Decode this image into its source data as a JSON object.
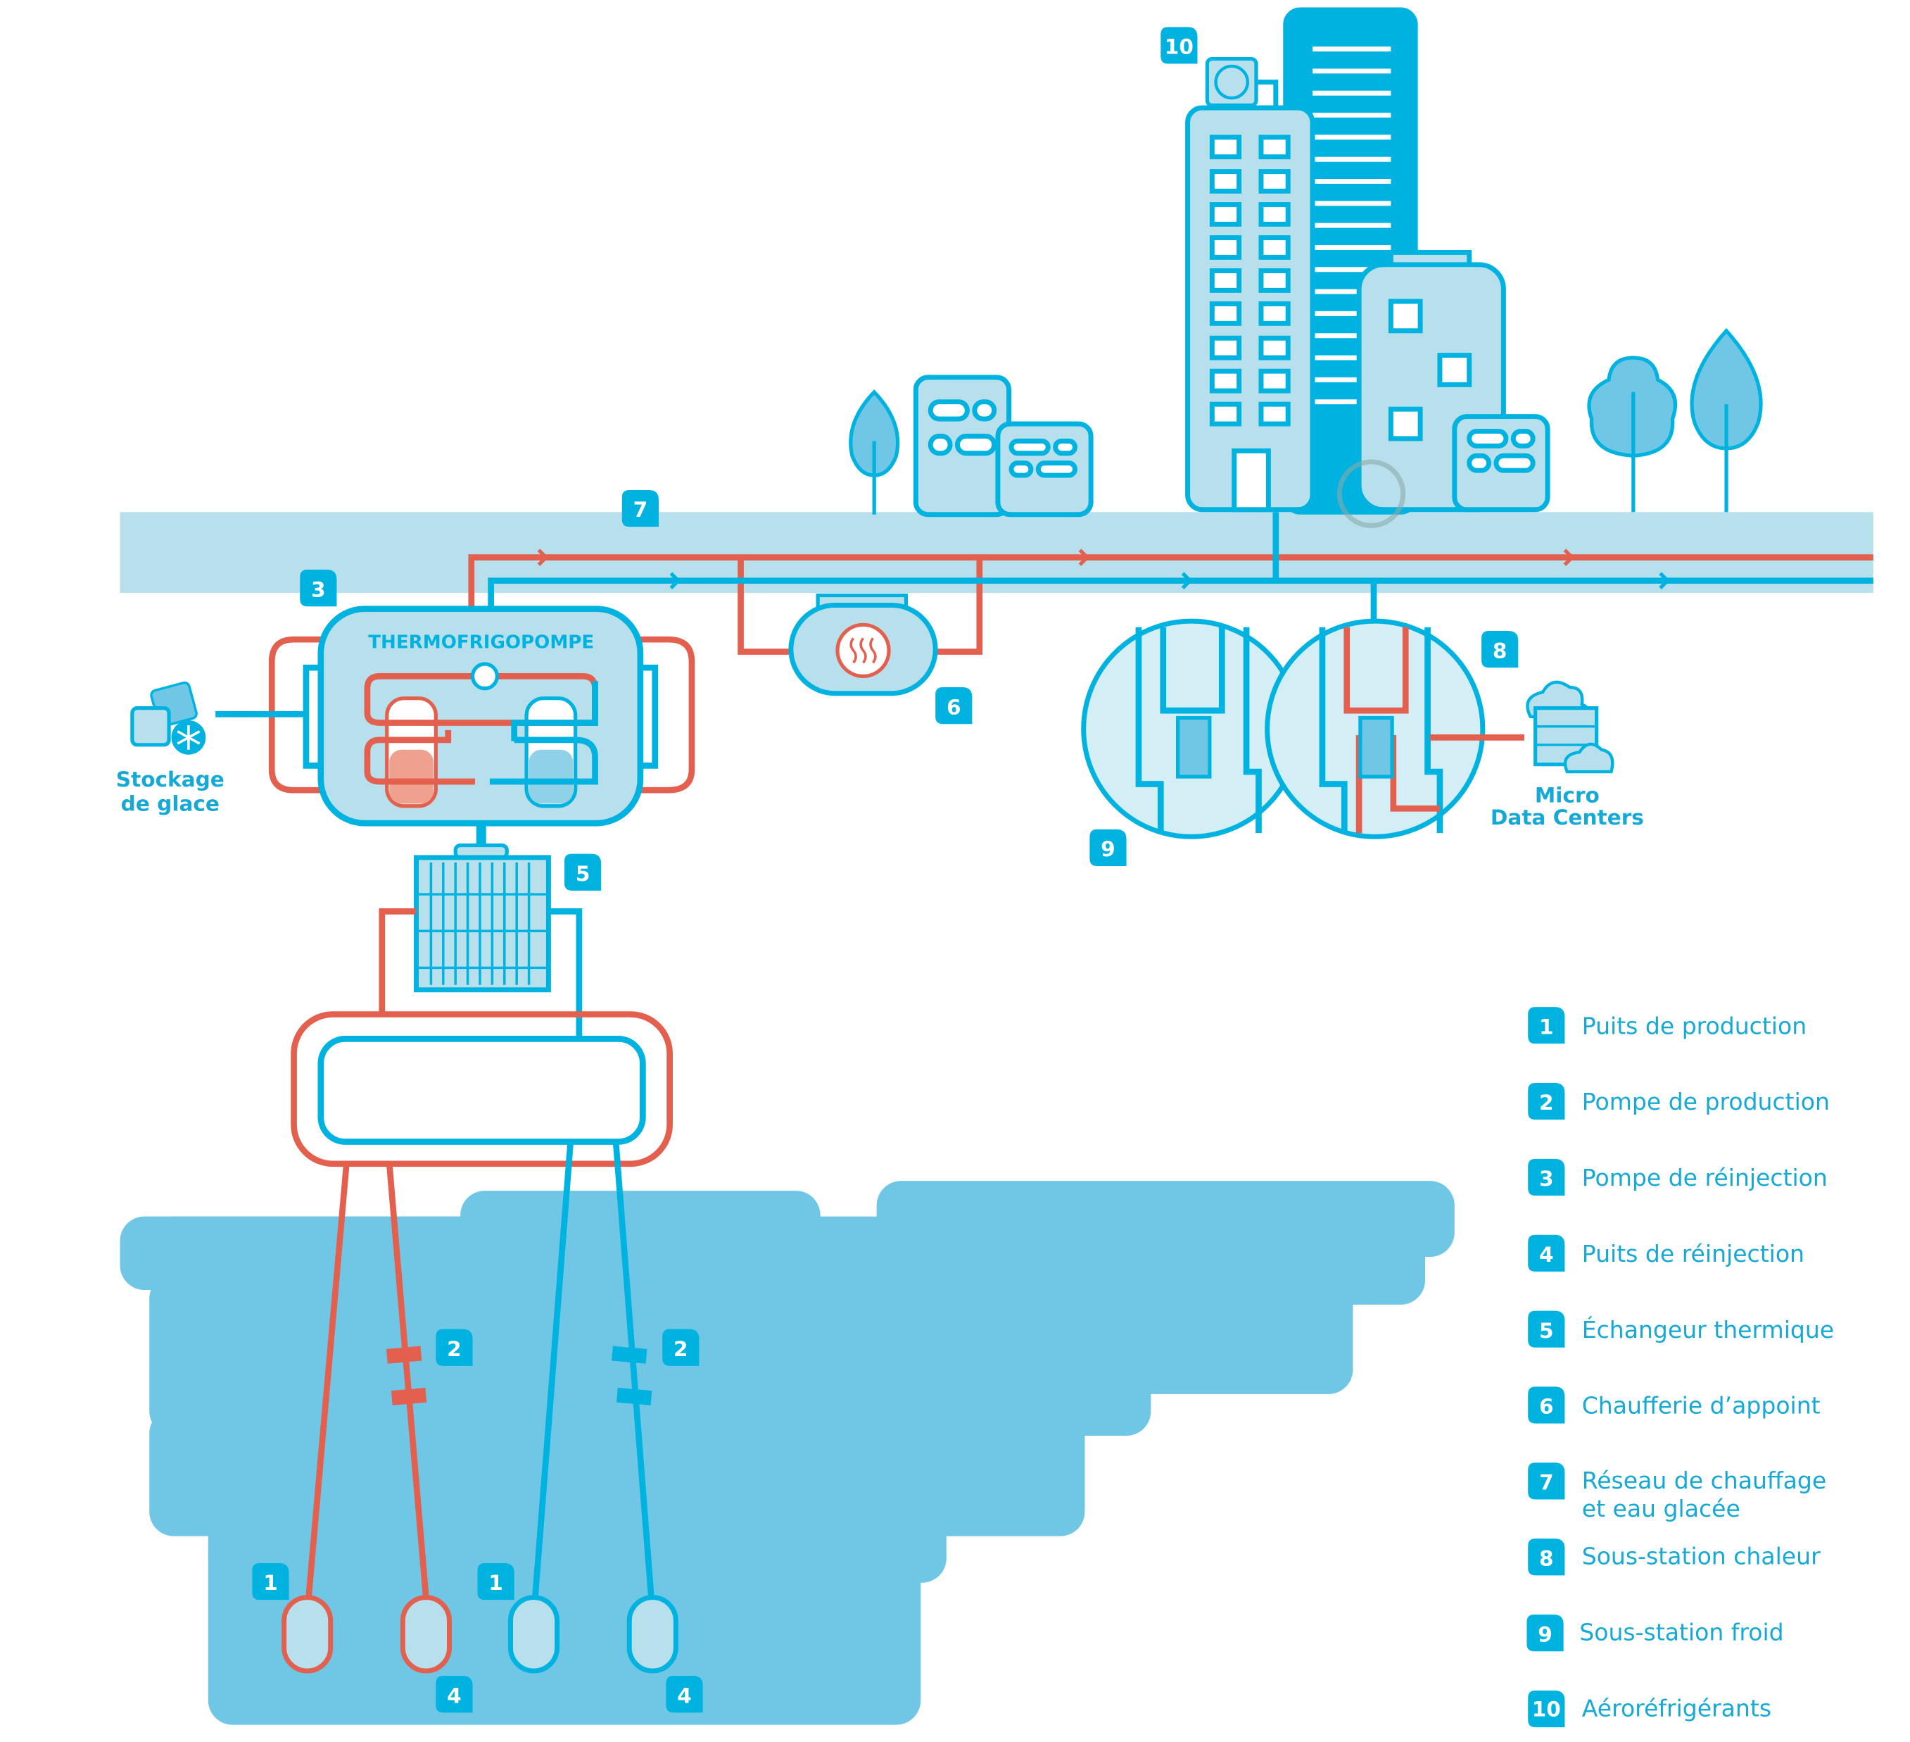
{
  "colors": {
    "blue": "#00b2e0",
    "light_blue": "#b8e0ec",
    "ground": "#6fc6e5",
    "red": "#e3604f"
  },
  "diagram": {
    "heat_pump_title": "THERMOFRIGOPOMPE",
    "ice_storage": [
      "Stockage",
      "de glace"
    ],
    "micro_data_centers": [
      "Micro",
      "Data Centers"
    ],
    "badges": {
      "b1": "1",
      "b2": "2",
      "b3": "3",
      "b4": "4",
      "b5": "5",
      "b6": "6",
      "b7": "7",
      "b8": "8",
      "b9": "9",
      "b10": "10"
    }
  },
  "legend": [
    {
      "num": "1",
      "label": "Puits de production"
    },
    {
      "num": "2",
      "label": "Pompe de production"
    },
    {
      "num": "3",
      "label": "Pompe de réinjection"
    },
    {
      "num": "4",
      "label": "Puits de réinjection"
    },
    {
      "num": "5",
      "label": "Échangeur thermique"
    },
    {
      "num": "6",
      "label": "Chaufferie d’appoint"
    },
    {
      "num": "7",
      "label": "Réseau de chauffage",
      "label2": "et eau glacée"
    },
    {
      "num": "8",
      "label": "Sous-station chaleur"
    },
    {
      "num": "9",
      "label": "Sous-station froid"
    },
    {
      "num": "10",
      "label": "Aéroréfrigérants"
    }
  ],
  "icons": [
    "fan-icon",
    "flame-heat-icon",
    "ice-cube-icon",
    "snowflake-icon",
    "cloud-icon",
    "server-icon",
    "tree-icon",
    "pump-icon",
    "well-icon"
  ]
}
